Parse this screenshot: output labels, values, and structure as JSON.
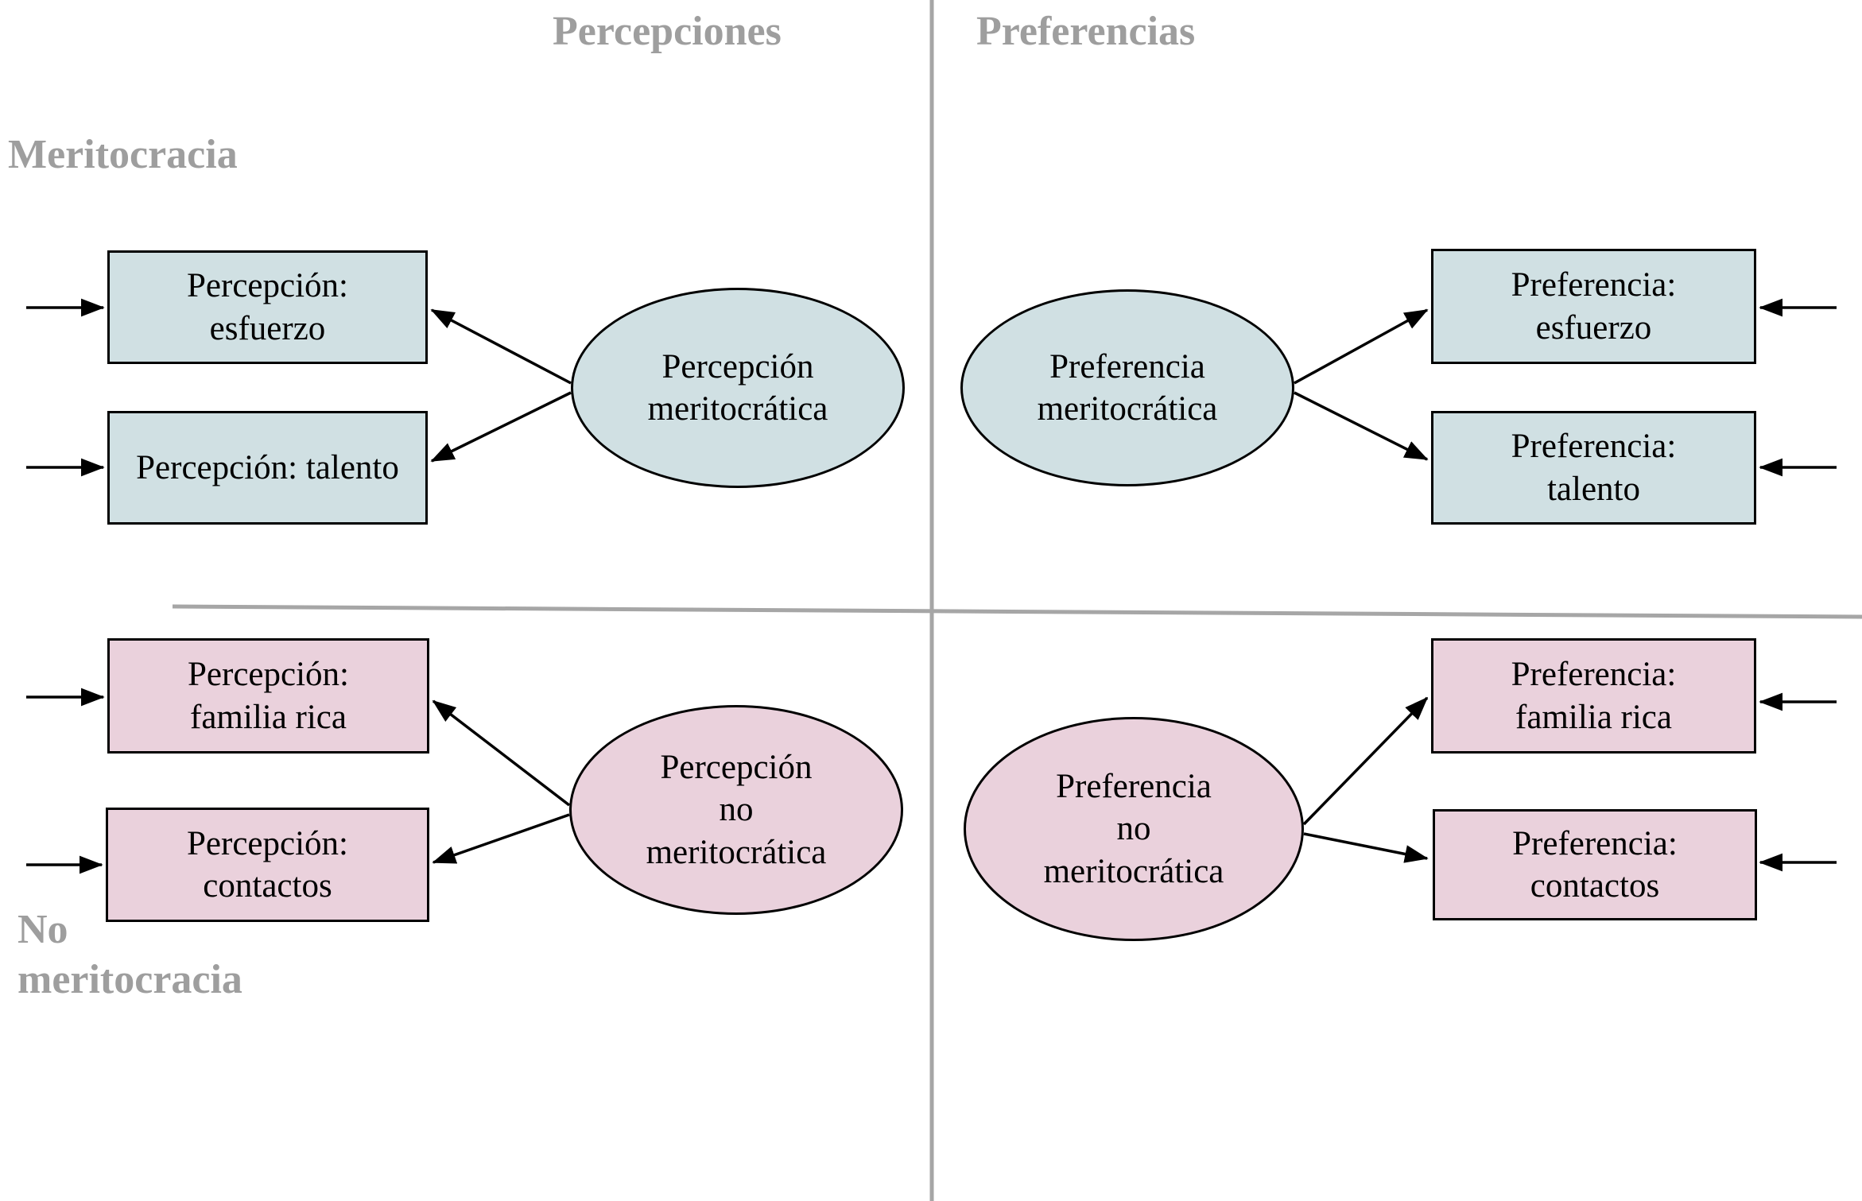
{
  "colors": {
    "meritocratic_fill": "#d0e0e3",
    "non_meritocratic_fill": "#ead1dc",
    "node_border": "#000000",
    "arrow": "#000000",
    "guide_line": "#a6a6a6",
    "axis_label_text": "#9e9e9e"
  },
  "axes": {
    "columns": [
      "Percepciones",
      "Preferencias"
    ],
    "rows": [
      [
        "Meritocracia"
      ],
      [
        "No",
        "meritocracia"
      ]
    ]
  },
  "quadrants": {
    "percepciones_meritocracia": {
      "latent": {
        "lines": [
          "Percepción",
          "meritocrática"
        ]
      },
      "indicators": [
        {
          "lines": [
            "Percepción:",
            "esfuerzo"
          ]
        },
        {
          "lines": [
            "Percepción: talento"
          ]
        }
      ]
    },
    "preferencias_meritocracia": {
      "latent": {
        "lines": [
          "Preferencia",
          "meritocrática"
        ]
      },
      "indicators": [
        {
          "lines": [
            "Preferencia:",
            "esfuerzo"
          ]
        },
        {
          "lines": [
            "Preferencia:",
            "talento"
          ]
        }
      ]
    },
    "percepciones_no_meritocracia": {
      "latent": {
        "lines": [
          "Percepción",
          "no",
          "meritocrática"
        ]
      },
      "indicators": [
        {
          "lines": [
            "Percepción:",
            "familia rica"
          ]
        },
        {
          "lines": [
            "Percepción:",
            "contactos"
          ]
        }
      ]
    },
    "preferencias_no_meritocracia": {
      "latent": {
        "lines": [
          "Preferencia",
          "no",
          "meritocrática"
        ]
      },
      "indicators": [
        {
          "lines": [
            "Preferencia:",
            "familia rica"
          ]
        },
        {
          "lines": [
            "Preferencia:",
            "contactos"
          ]
        }
      ]
    }
  }
}
